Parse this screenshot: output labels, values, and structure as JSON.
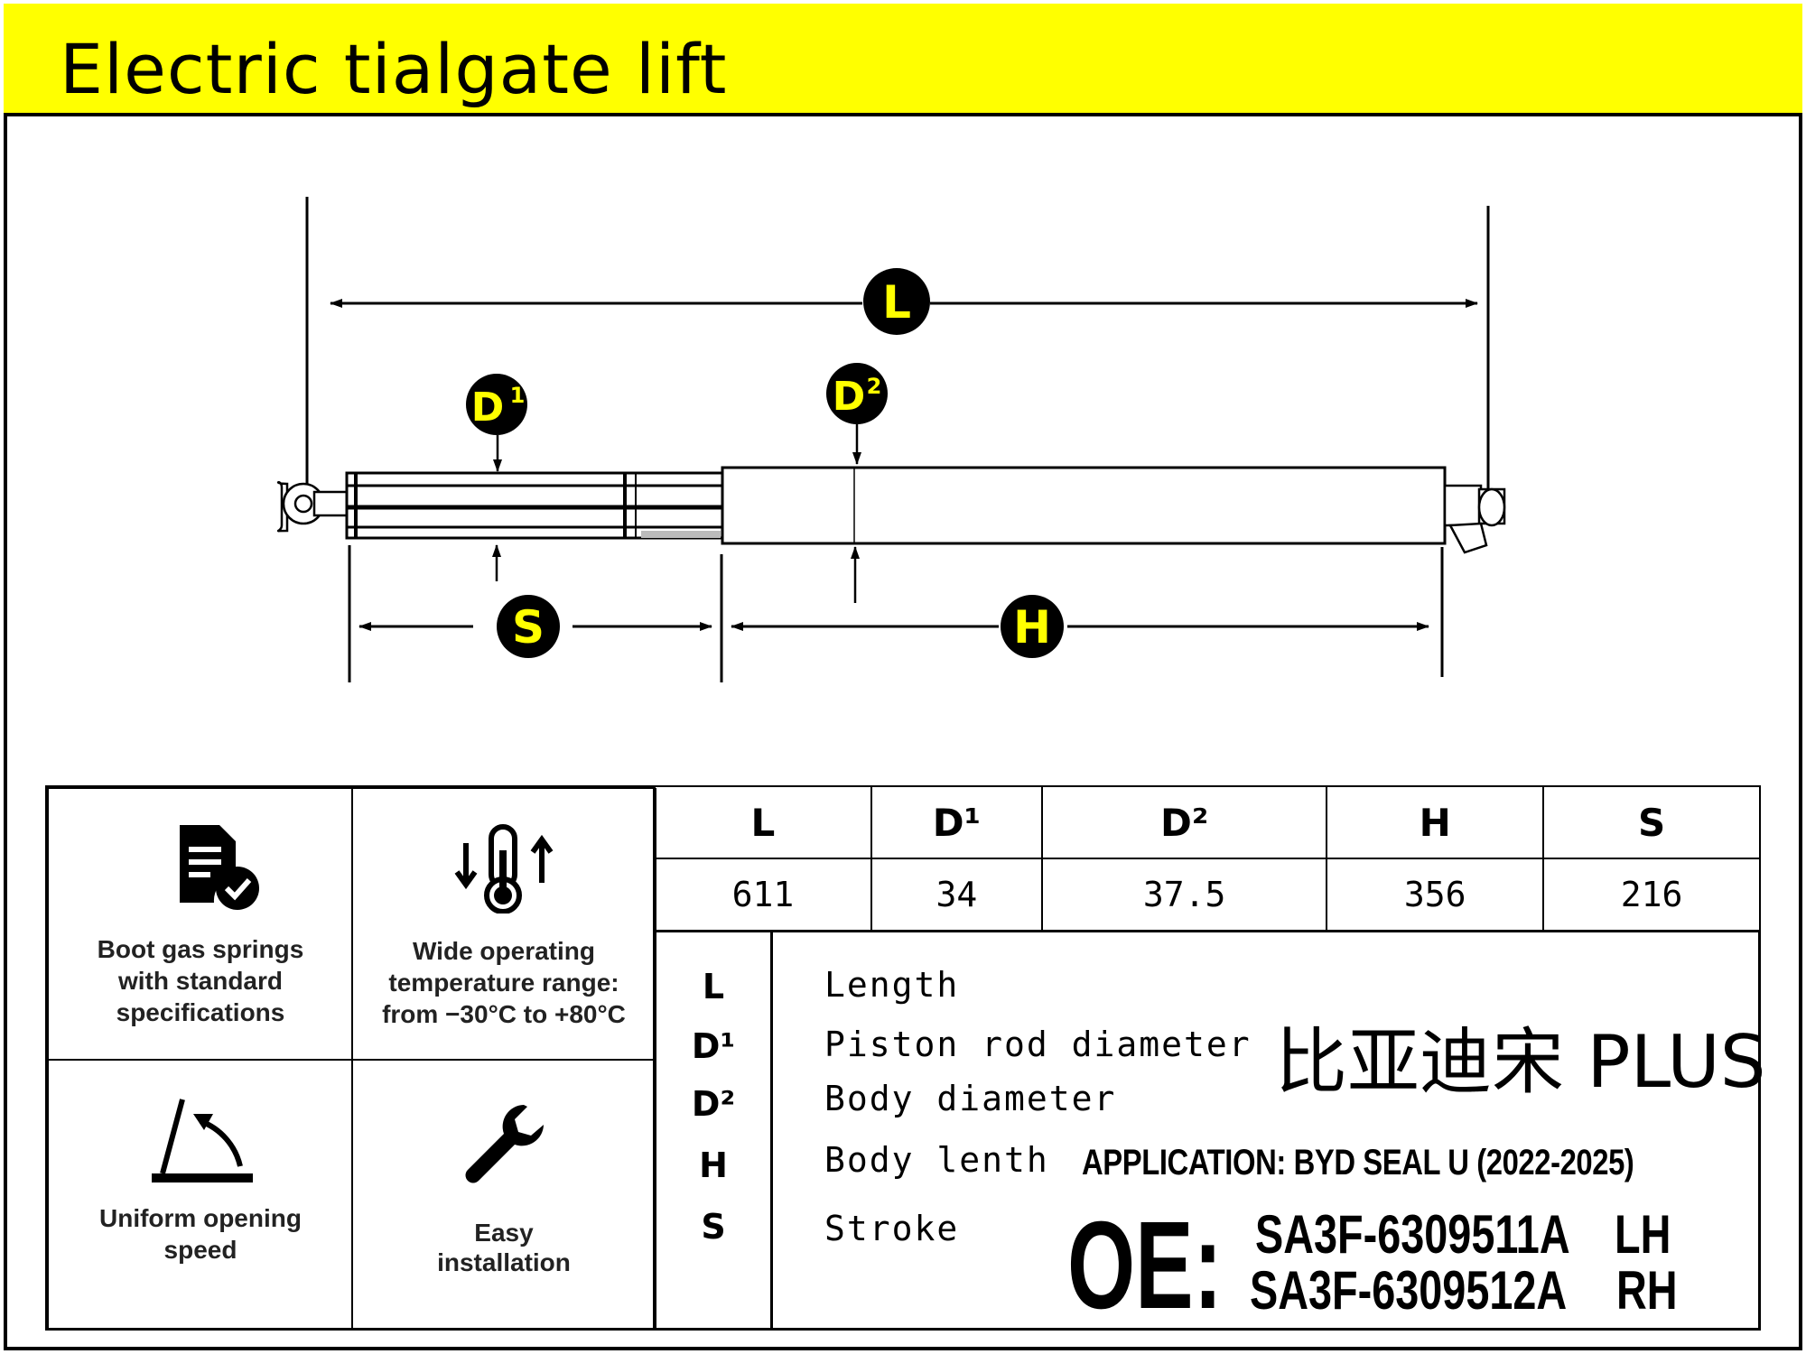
{
  "title": "Electric tialgate lift",
  "diagram": {
    "labels": {
      "L": "L",
      "D": "D",
      "D1_sup": "1",
      "D2_sup": "2",
      "S": "S",
      "H": "H"
    }
  },
  "features": [
    {
      "icon": "document-check-icon",
      "lines": [
        "Boot gas springs",
        "with standard",
        "specifications"
      ]
    },
    {
      "icon": "thermometer-icon",
      "lines": [
        "Wide operating",
        "temperature range:",
        "from −30°C to +80°C"
      ]
    },
    {
      "icon": "opening-angle-icon",
      "lines": [
        "Uniform opening",
        "speed"
      ]
    },
    {
      "icon": "wrench-icon",
      "lines": [
        "Easy",
        "installation"
      ]
    }
  ],
  "specs": {
    "headers": [
      "L",
      "D¹",
      "D²",
      "H",
      "S"
    ],
    "values": [
      "611",
      "34",
      "37.5",
      "356",
      "216"
    ]
  },
  "legend": [
    {
      "abbr": "L",
      "desc": "Length"
    },
    {
      "abbr": "D¹",
      "desc": "Piston rod diameter"
    },
    {
      "abbr": "D²",
      "desc": "Body diameter"
    },
    {
      "abbr": "H",
      "desc": "Body lenth"
    },
    {
      "abbr": "S",
      "desc": "Stroke"
    }
  ],
  "model": "比亚迪宋 PLUS",
  "application": "APPLICATION: BYD SEAL U (2022-2025)",
  "oe": {
    "label": "OE:",
    "parts": [
      {
        "number": "SA3F-6309511A",
        "side": "LH"
      },
      {
        "number": "SA3F-6309512A",
        "side": "RH"
      }
    ]
  }
}
